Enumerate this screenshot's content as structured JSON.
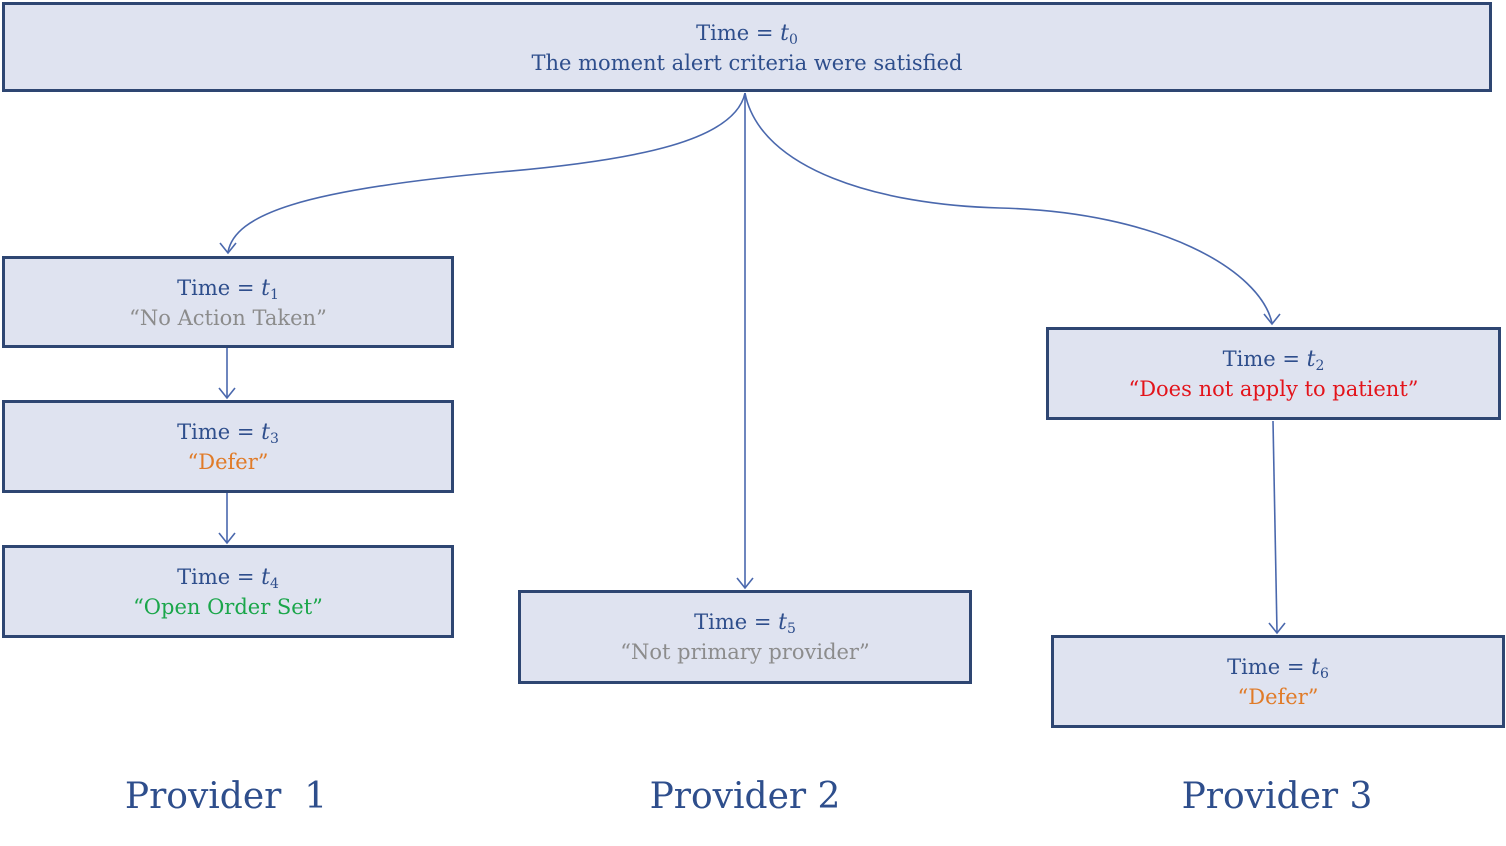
{
  "colors": {
    "box_fill": "#dfe3f0",
    "box_border": "#2e4672",
    "text_blue": "#2e4e8c",
    "connector": "#4a68ad",
    "gray": "#8c8c8c",
    "orange": "#e07b28",
    "green": "#1aa64a",
    "red": "#e3141b"
  },
  "nodes": {
    "t0": {
      "time_label": "Time = ",
      "var": "t",
      "sub": "0",
      "caption": "The moment alert criteria were satisfied",
      "caption_color": "#2e4e8c"
    },
    "t1": {
      "time_label": "Time = ",
      "var": "t",
      "sub": "1",
      "caption": "“No Action Taken”",
      "caption_color": "#8c8c8c"
    },
    "t3": {
      "time_label": "Time = ",
      "var": "t",
      "sub": "3",
      "caption": "“Defer”",
      "caption_color": "#e07b28"
    },
    "t4": {
      "time_label": "Time = ",
      "var": "t",
      "sub": "4",
      "caption": "“Open Order Set”",
      "caption_color": "#1aa64a"
    },
    "t5": {
      "time_label": "Time = ",
      "var": "t",
      "sub": "5",
      "caption": "“Not primary provider”",
      "caption_color": "#8c8c8c"
    },
    "t2": {
      "time_label": "Time = ",
      "var": "t",
      "sub": "2",
      "caption": "“Does not apply to patient”",
      "caption_color": "#e3141b"
    },
    "t6": {
      "time_label": "Time = ",
      "var": "t",
      "sub": "6",
      "caption": "“Defer”",
      "caption_color": "#e07b28"
    }
  },
  "providers": {
    "p1": "Provider  1",
    "p2": "Provider 2",
    "p3": "Provider 3"
  }
}
